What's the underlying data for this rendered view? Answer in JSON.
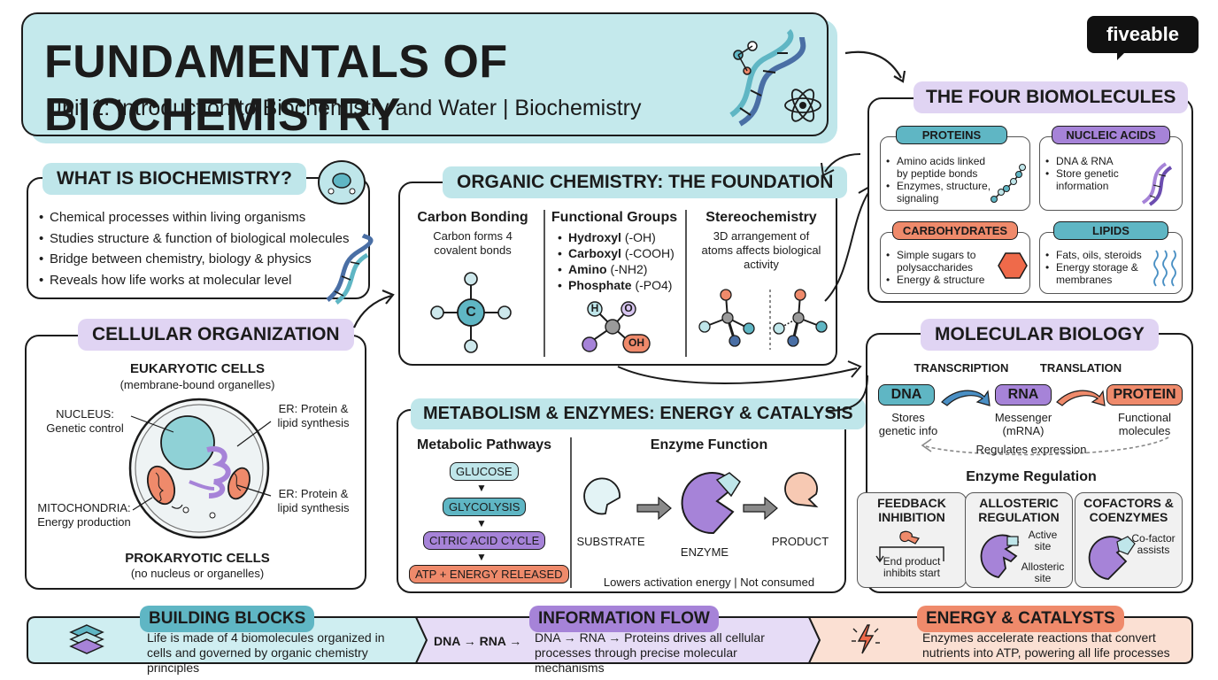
{
  "header": {
    "title": "FUNDAMENTALS OF BIOCHEMISTRY",
    "subtitle": "Unit 1: Introduction to Biochemistry and Water | Biochemistry"
  },
  "brand": {
    "logo": "fiveable"
  },
  "what_is": {
    "title": "WHAT IS BIOCHEMISTRY?",
    "bullets": [
      "Chemical processes within living organisms",
      "Studies structure & function of biological molecules",
      "Bridge between chemistry, biology & physics",
      "Reveals how life works at molecular level"
    ]
  },
  "organic": {
    "title": "ORGANIC CHEMISTRY: THE FOUNDATION",
    "carbon": {
      "heading": "Carbon Bonding",
      "text": "Carbon forms 4 covalent bonds",
      "atom": "C"
    },
    "functional": {
      "heading": "Functional Groups",
      "items": [
        {
          "name": "Hydroxyl",
          "formula": "(-OH)"
        },
        {
          "name": "Carboxyl",
          "formula": "(-COOH)"
        },
        {
          "name": "Amino",
          "formula": "(-NH2)"
        },
        {
          "name": "Phosphate",
          "formula": "(-PO4)"
        }
      ],
      "atoms": {
        "h": "H",
        "o": "O",
        "oh": "OH"
      }
    },
    "stereo": {
      "heading": "Stereochemistry",
      "text": "3D arrangement of atoms affects biological activity"
    }
  },
  "biomolecules": {
    "title": "THE FOUR BIOMOLECULES",
    "proteins": {
      "title": "PROTEINS",
      "bullets": [
        "Amino acids linked by peptide bonds",
        "Enzymes, structure, signaling"
      ]
    },
    "nucleic": {
      "title": "NUCLEIC ACIDS",
      "bullets": [
        "DNA & RNA",
        "Store genetic information"
      ]
    },
    "carbs": {
      "title": "CARBOHYDRATES",
      "bullets": [
        "Simple sugars to polysaccharides",
        "Energy & structure"
      ]
    },
    "lipids": {
      "title": "LIPIDS",
      "bullets": [
        "Fats, oils, steroids",
        "Energy storage & membranes"
      ]
    }
  },
  "cellular": {
    "title": "CELLULAR ORGANIZATION",
    "euk_title": "EUKARYOTIC CELLS",
    "euk_sub": "(membrane-bound organelles)",
    "nucleus_label": "NUCLEUS:",
    "nucleus_desc": "Genetic control",
    "er1_label": "ER: Protein &",
    "er1_desc": "lipid synthesis",
    "mito_label": "MITOCHONDRIA:",
    "mito_desc": "Energy production",
    "er2_label": "ER: Protein &",
    "er2_desc": "lipid synthesis",
    "prok_title": "PROKARYOTIC CELLS",
    "prok_sub": "(no nucleus or organelles)"
  },
  "metabolism": {
    "title": "METABOLISM & ENZYMES: ENERGY & CATALYSIS",
    "pathways": {
      "heading": "Metabolic Pathways",
      "steps": [
        "GLUCOSE",
        "GLYCOLYSIS",
        "CITRIC ACID CYCLE",
        "ATP + ENERGY RELEASED"
      ]
    },
    "enzyme": {
      "heading": "Enzyme Function",
      "substrate": "SUBSTRATE",
      "enzyme": "ENZYME",
      "product": "PRODUCT",
      "caption": "Lowers activation energy | Not consumed"
    }
  },
  "molbio": {
    "title": "MOLECULAR BIOLOGY",
    "transcription": "TRANSCRIPTION",
    "translation": "TRANSLATION",
    "dna": {
      "label": "DNA",
      "desc": "Stores genetic info"
    },
    "rna": {
      "label": "RNA",
      "desc": "Messenger (mRNA)"
    },
    "protein": {
      "label": "PROTEIN",
      "desc": "Functional molecules"
    },
    "regulates": "Regulates expression",
    "reg_title": "Enzyme Regulation",
    "feedback": {
      "title": "FEEDBACK INHIBITION",
      "text": "End product inhibits start"
    },
    "allosteric": {
      "title": "ALLOSTERIC REGULATION",
      "active": "Active site",
      "allo": "Allosteric site"
    },
    "cofactors": {
      "title": "COFACTORS & COENZYMES",
      "text": "Co-factor assists"
    }
  },
  "footer": {
    "building": {
      "title": "BUILDING BLOCKS",
      "text": "Life is made of 4 biomolecules organized in cells and governed by organic chemistry principles"
    },
    "info": {
      "title": "INFORMATION FLOW",
      "flow": "DNA → RNA →",
      "text": "DNA → RNA → Proteins drives all cellular processes through precise molecular mechanisms"
    },
    "energy": {
      "title": "ENERGY & CATALYSTS",
      "text": "Enzymes accelerate reactions that convert nutrients into ATP, powering all life processes"
    }
  },
  "colors": {
    "blue": "#bfe6ea",
    "teal": "#5fb6c4",
    "purple": "#a683d8",
    "orange": "#ef8a6b",
    "ink": "#1b1b1b"
  }
}
